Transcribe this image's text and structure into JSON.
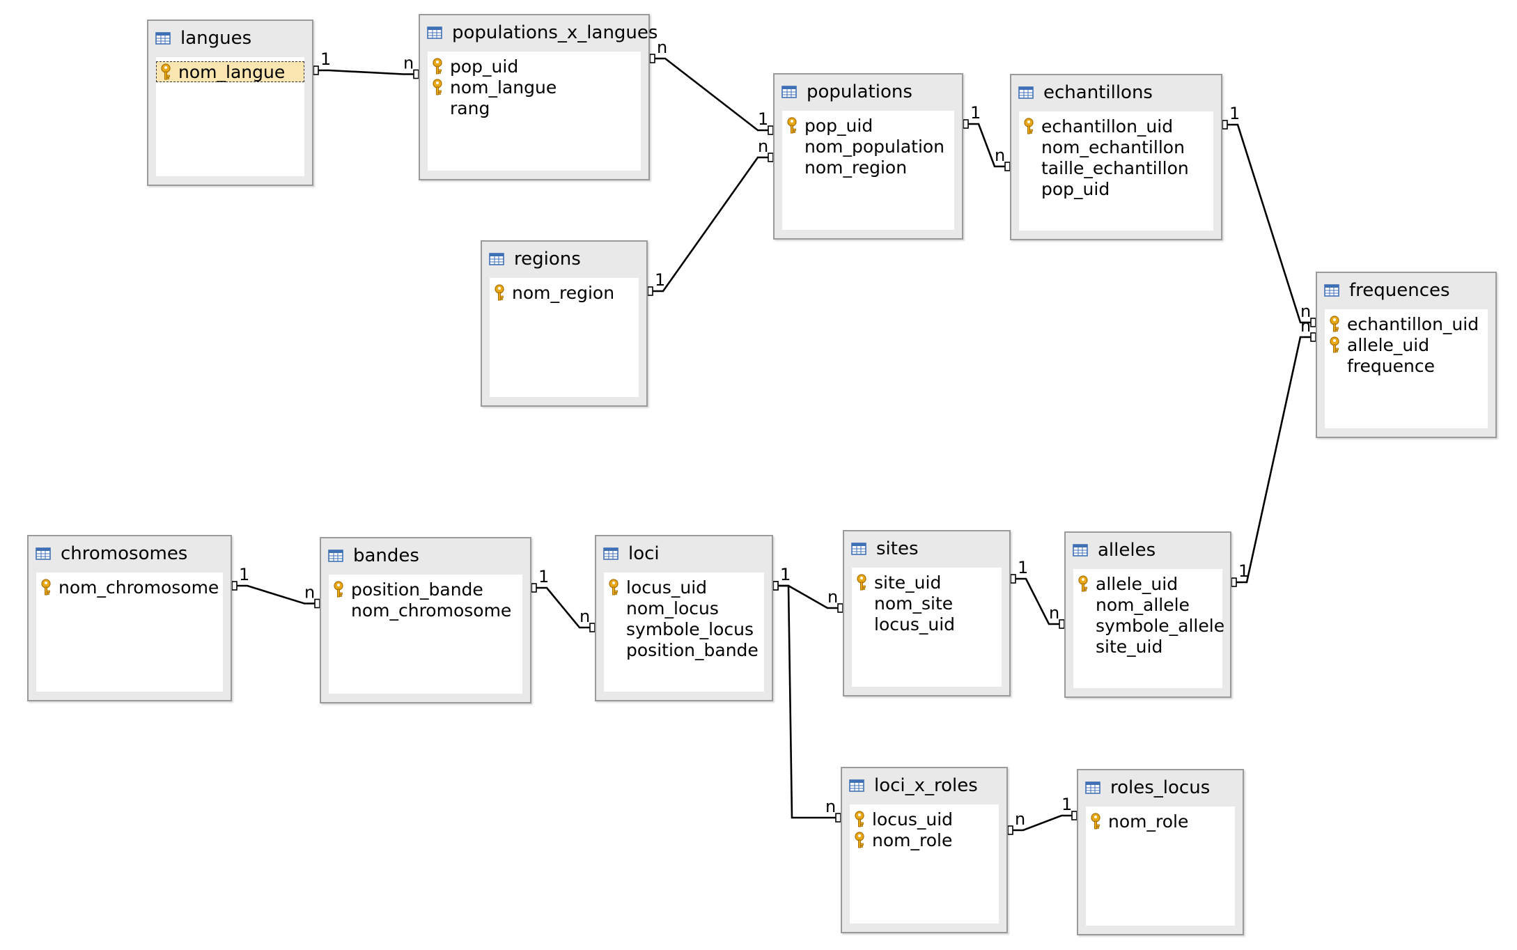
{
  "tables": [
    {
      "id": "langues",
      "name": "langues",
      "fields": [
        {
          "name": "nom_langue",
          "key": true,
          "selected": true
        }
      ]
    },
    {
      "id": "populations_x_langues",
      "name": "populations_x_langues",
      "fields": [
        {
          "name": "pop_uid",
          "key": true
        },
        {
          "name": "nom_langue",
          "key": true
        },
        {
          "name": "rang",
          "key": false
        }
      ]
    },
    {
      "id": "populations",
      "name": "populations",
      "fields": [
        {
          "name": "pop_uid",
          "key": true
        },
        {
          "name": "nom_population",
          "key": false
        },
        {
          "name": "nom_region",
          "key": false
        }
      ]
    },
    {
      "id": "echantillons",
      "name": "echantillons",
      "fields": [
        {
          "name": "echantillon_uid",
          "key": true
        },
        {
          "name": "nom_echantillon",
          "key": false
        },
        {
          "name": "taille_echantillon",
          "key": false
        },
        {
          "name": "pop_uid",
          "key": false
        }
      ]
    },
    {
      "id": "regions",
      "name": "regions",
      "fields": [
        {
          "name": "nom_region",
          "key": true
        }
      ]
    },
    {
      "id": "frequences",
      "name": "frequences",
      "fields": [
        {
          "name": "echantillon_uid",
          "key": true
        },
        {
          "name": "allele_uid",
          "key": true
        },
        {
          "name": "frequence",
          "key": false
        }
      ]
    },
    {
      "id": "chromosomes",
      "name": "chromosomes",
      "fields": [
        {
          "name": "nom_chromosome",
          "key": true
        }
      ]
    },
    {
      "id": "bandes",
      "name": "bandes",
      "fields": [
        {
          "name": "position_bande",
          "key": true
        },
        {
          "name": "nom_chromosome",
          "key": false
        }
      ]
    },
    {
      "id": "loci",
      "name": "loci",
      "fields": [
        {
          "name": "locus_uid",
          "key": true
        },
        {
          "name": "nom_locus",
          "key": false
        },
        {
          "name": "symbole_locus",
          "key": false
        },
        {
          "name": "position_bande",
          "key": false
        }
      ]
    },
    {
      "id": "sites",
      "name": "sites",
      "fields": [
        {
          "name": "site_uid",
          "key": true
        },
        {
          "name": "nom_site",
          "key": false
        },
        {
          "name": "locus_uid",
          "key": false
        }
      ]
    },
    {
      "id": "alleles",
      "name": "alleles",
      "fields": [
        {
          "name": "allele_uid",
          "key": true
        },
        {
          "name": "nom_allele",
          "key": false
        },
        {
          "name": "symbole_allele",
          "key": false
        },
        {
          "name": "site_uid",
          "key": false
        }
      ]
    },
    {
      "id": "loci_x_roles",
      "name": "loci_x_roles",
      "fields": [
        {
          "name": "locus_uid",
          "key": true
        },
        {
          "name": "nom_role",
          "key": true
        }
      ]
    },
    {
      "id": "roles_locus",
      "name": "roles_locus",
      "fields": [
        {
          "name": "nom_role",
          "key": true
        }
      ]
    }
  ],
  "relations": [
    {
      "from": "langues",
      "to": "populations_x_langues",
      "from_card": "1",
      "to_card": "n"
    },
    {
      "from": "populations_x_langues",
      "to": "populations",
      "from_card": "n",
      "to_card": "1"
    },
    {
      "from": "regions",
      "to": "populations",
      "from_card": "1",
      "to_card": "n"
    },
    {
      "from": "populations",
      "to": "echantillons",
      "from_card": "1",
      "to_card": "n"
    },
    {
      "from": "echantillons",
      "to": "frequences",
      "from_card": "1",
      "to_card": "n"
    },
    {
      "from": "alleles",
      "to": "frequences",
      "from_card": "1",
      "to_card": "n"
    },
    {
      "from": "chromosomes",
      "to": "bandes",
      "from_card": "1",
      "to_card": "n"
    },
    {
      "from": "bandes",
      "to": "loci",
      "from_card": "1",
      "to_card": "n"
    },
    {
      "from": "loci",
      "to": "sites",
      "from_card": "1",
      "to_card": "n"
    },
    {
      "from": "loci",
      "to": "loci_x_roles",
      "from_card": "1",
      "to_card": "n"
    },
    {
      "from": "sites",
      "to": "alleles",
      "from_card": "1",
      "to_card": "n"
    },
    {
      "from": "roles_locus",
      "to": "loci_x_roles",
      "from_card": "1",
      "to_card": "n"
    }
  ],
  "colors": {
    "key_icon": "#e8a817",
    "table_icon": "#3f6fb5",
    "selection_fill": "#fbe5b0"
  },
  "icons": {
    "table": "table-icon",
    "key": "primary-key-icon"
  }
}
